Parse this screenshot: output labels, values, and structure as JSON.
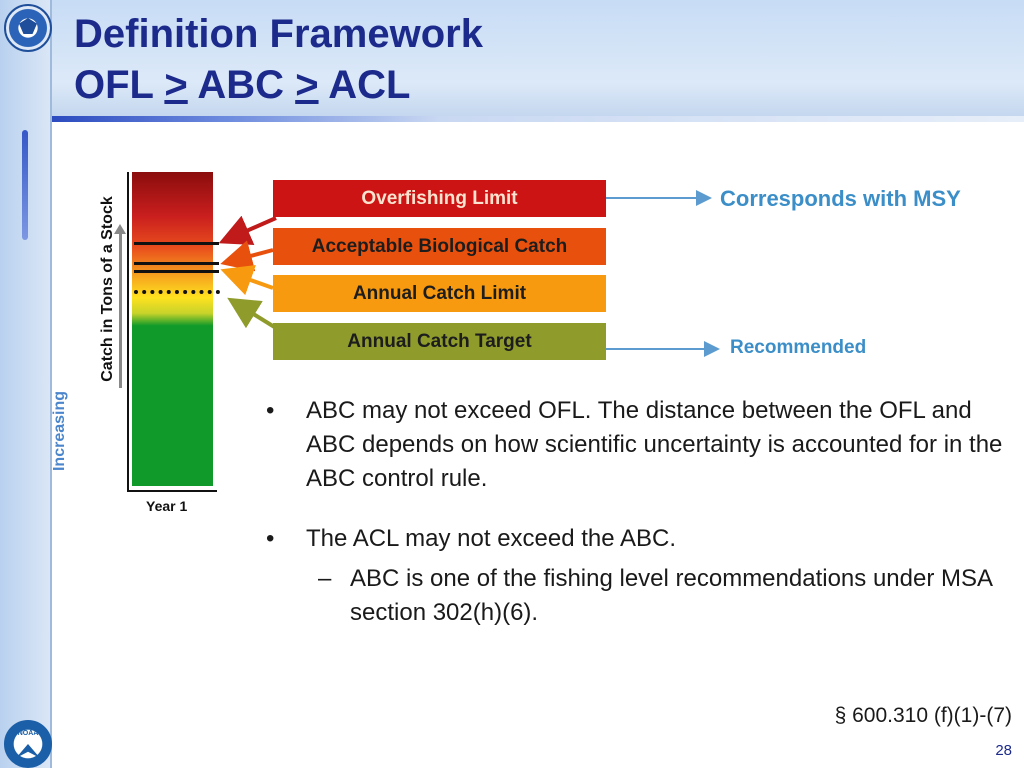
{
  "slide": {
    "title_line1": "Definition Framework",
    "title_parts": [
      "OFL",
      ">",
      "ABC",
      ">",
      "ACL"
    ],
    "page_number": "28",
    "citation": "§ 600.310 (f)(1)-(7)"
  },
  "diagram": {
    "y_axis_label": "Catch in Tons of a Stock",
    "y_axis_arrow_label": "Increasing",
    "x_axis_label": "Year 1",
    "boxes": [
      {
        "label": "Overfishing Limit",
        "color": "#cc1414"
      },
      {
        "label": "Acceptable Biological Catch",
        "color": "#e8500d"
      },
      {
        "label": "Annual Catch Limit",
        "color": "#f79a10"
      },
      {
        "label": "Annual Catch Target",
        "color": "#8f9c2c"
      }
    ],
    "side_labels": {
      "ofl": "Corresponds with MSY",
      "act": "Recommended"
    }
  },
  "bullets": {
    "marker": "•",
    "sub_marker": "–",
    "items": [
      {
        "text": "ABC may not exceed OFL.  The distance between the OFL and ABC depends on how scientific uncertainty is accounted for in the ABC control rule."
      },
      {
        "text": "The ACL may not exceed the ABC.",
        "sub": "ABC is one of the fishing level recommendations under MSA section 302(h)(6)."
      }
    ]
  },
  "icons": {
    "top_left": "commerce-seal-icon",
    "bottom_left": "noaa-logo-icon"
  }
}
